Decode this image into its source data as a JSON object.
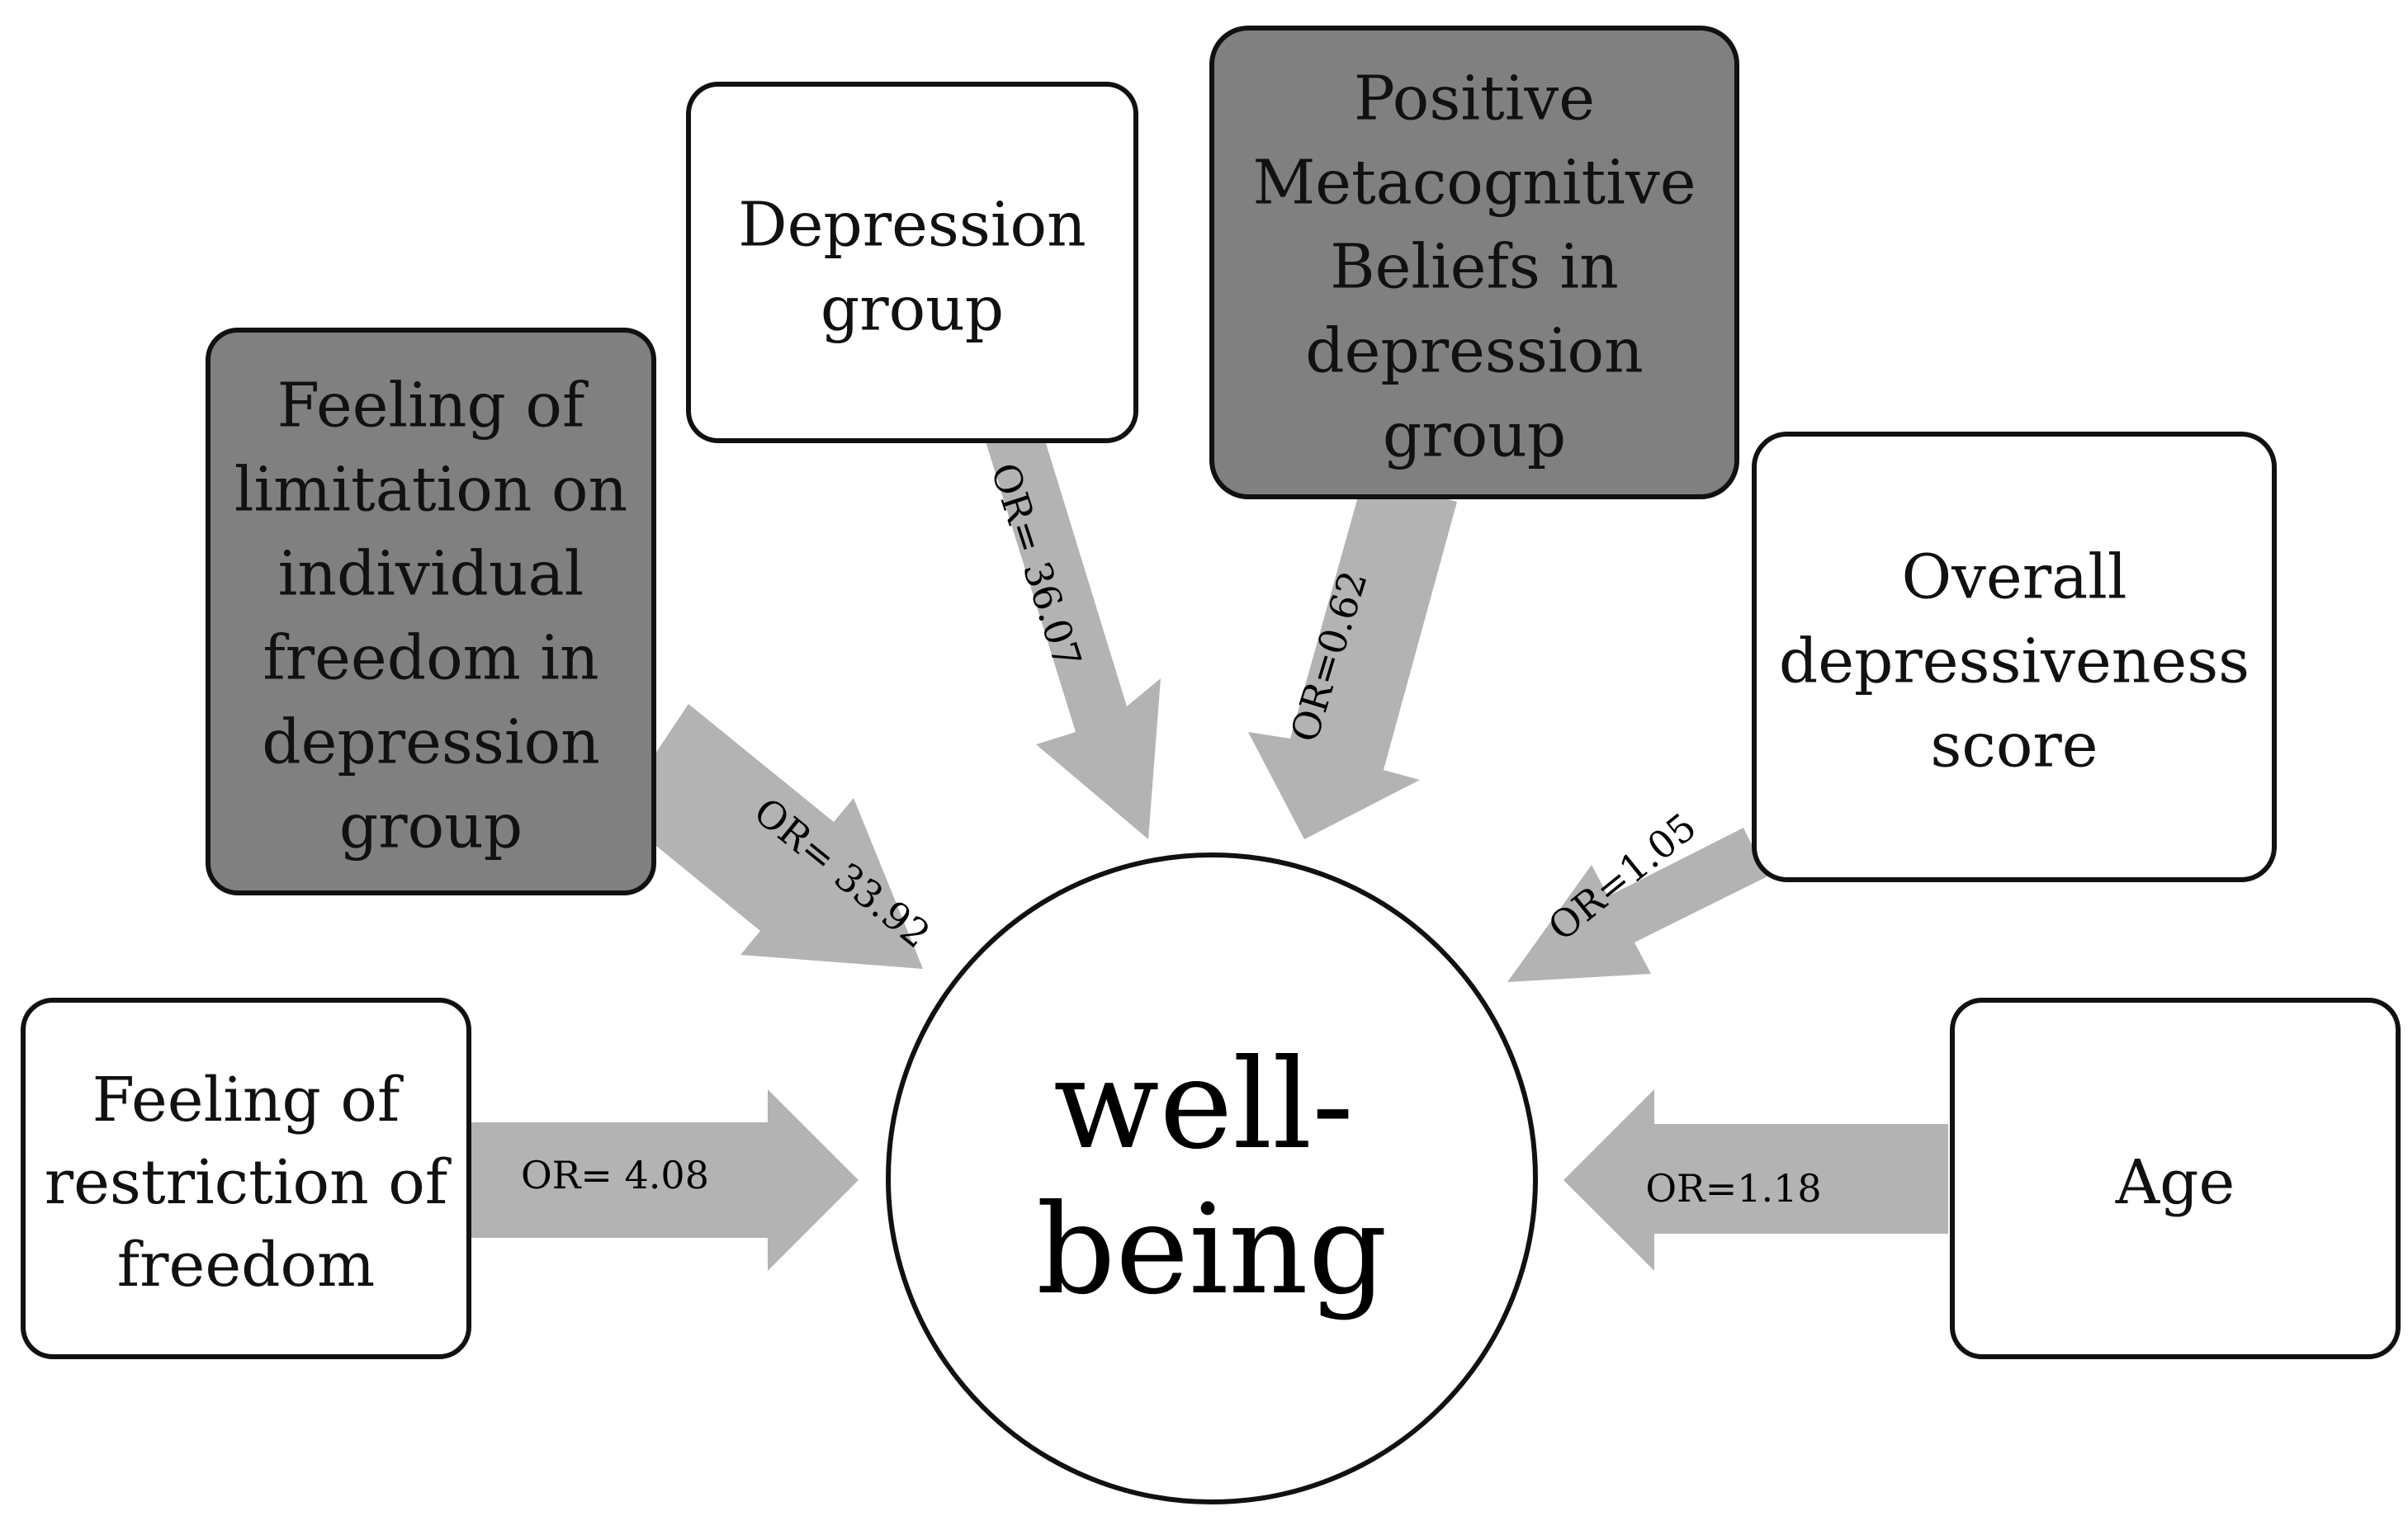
{
  "center": {
    "lines": [
      "well-",
      "being"
    ]
  },
  "nodes": [
    {
      "id": "restriction",
      "lines": [
        "Feeling of",
        "restriction of",
        "freedom"
      ],
      "shaded": false
    },
    {
      "id": "limitation",
      "lines": [
        "Feeling of",
        "limitation on",
        "individual",
        "freedom in",
        "depression",
        "group"
      ],
      "shaded": true
    },
    {
      "id": "depression-group",
      "lines": [
        "Depression",
        "group"
      ],
      "shaded": false
    },
    {
      "id": "metacognitive",
      "lines": [
        "Positive",
        "Metacognitive",
        "Beliefs in",
        "depression",
        "group"
      ],
      "shaded": true
    },
    {
      "id": "depressiveness",
      "lines": [
        "Overall",
        "depressiveness",
        "score"
      ],
      "shaded": false
    },
    {
      "id": "age",
      "lines": [
        "Age"
      ],
      "shaded": false
    }
  ],
  "edges": [
    {
      "from": "restriction",
      "label": "OR= 4.08"
    },
    {
      "from": "limitation",
      "label": "OR= 33.92"
    },
    {
      "from": "depression-group",
      "label": "OR= 36.07"
    },
    {
      "from": "metacognitive",
      "label": "OR=0.62"
    },
    {
      "from": "depressiveness",
      "label": "OR=1.05"
    },
    {
      "from": "age",
      "label": "OR=1.18"
    }
  ],
  "colors": {
    "shaded_fill": "#808080",
    "plain_fill": "#ffffff",
    "arrow_fill": "#b3b3b3",
    "stroke": "#111111"
  }
}
